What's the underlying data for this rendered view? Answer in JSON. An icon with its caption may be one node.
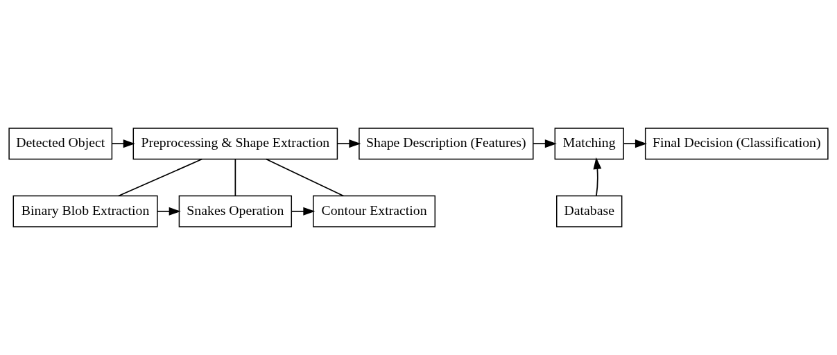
{
  "diagram": {
    "nodes": [
      {
        "text": [
          "Detected Object"
        ]
      },
      {
        "text": [
          "Preprocessing & Shape Extraction"
        ]
      },
      {
        "text": [
          "Shape Description (Features)"
        ]
      },
      {
        "text": [
          "Matching"
        ]
      },
      {
        "text": [
          "Final Decision (Classification)"
        ]
      },
      {
        "text": [
          "Database"
        ]
      },
      {
        "text": [
          "Binary Blob Extraction"
        ]
      },
      {
        "text": [
          "Snakes Operation"
        ]
      },
      {
        "text": [
          "Contour Extraction"
        ]
      }
    ],
    "edges": [
      {
        "from": 0,
        "to": 1,
        "arrow": "to"
      },
      {
        "from": 1,
        "to": 2,
        "arrow": "to"
      },
      {
        "from": 2,
        "to": 3,
        "arrow": "to"
      },
      {
        "from": 3,
        "to": 4,
        "arrow": "to"
      },
      {
        "from": 5,
        "to": 3,
        "arrow": "to"
      },
      {
        "from": 1,
        "to": 6,
        "arrow": "none"
      },
      {
        "from": 1,
        "to": 7,
        "arrow": "none"
      },
      {
        "from": 1,
        "to": 8,
        "arrow": "none"
      },
      {
        "from": 6,
        "to": 7,
        "arrow": "to"
      },
      {
        "from": 7,
        "to": 8,
        "arrow": "to"
      }
    ]
  }
}
